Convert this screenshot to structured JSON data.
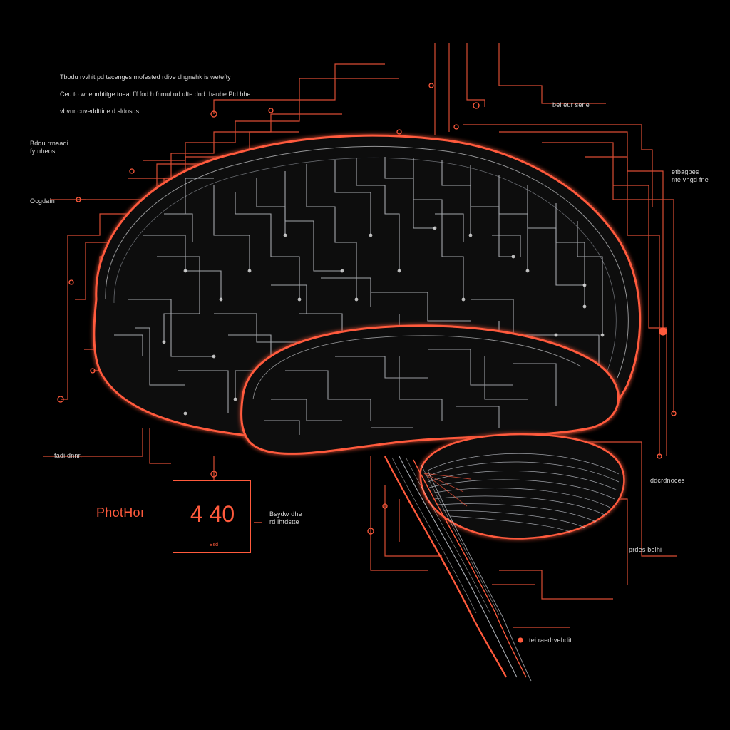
{
  "colors": {
    "background": "#000000",
    "accent": "#ff5a3c",
    "trace": "#c9cdd4",
    "label": "#d9d9d9"
  },
  "header_note": {
    "lines": [
      "Tbodu rvvhit pd tacenges mofested rdive dhgnehk is wetefty",
      "Ceu to wnehnhtitge toeal fff fod h fnmul ud ufte dnd. haube Ptd hhe.",
      "vbvnr cuveddttine d sldosds"
    ]
  },
  "labels": {
    "top_right": "bel eur sene",
    "left_upper": "Bddu rrnaadi\nfy nheos",
    "left_mid": "Ocgdain",
    "right_upper": "etbagpes\nnte vhgd fne",
    "left_lower": "fadi dnnr.",
    "right_mid": "ddcrdnoces",
    "right_lower": "prdes belhi",
    "bottom_right": "tei raedrvehdit",
    "readout_side": "Bsydw dhe\nrd ihtdstte"
  },
  "photon_label": "PhotHoı",
  "readout": {
    "value": "4 40",
    "sub": "_Bsd"
  },
  "illustration": {
    "subject": "brain-circuit-diagram",
    "icons": [
      "brain-icon",
      "cerebellum-icon",
      "brainstem-icon",
      "circuit-trace-icon"
    ]
  }
}
